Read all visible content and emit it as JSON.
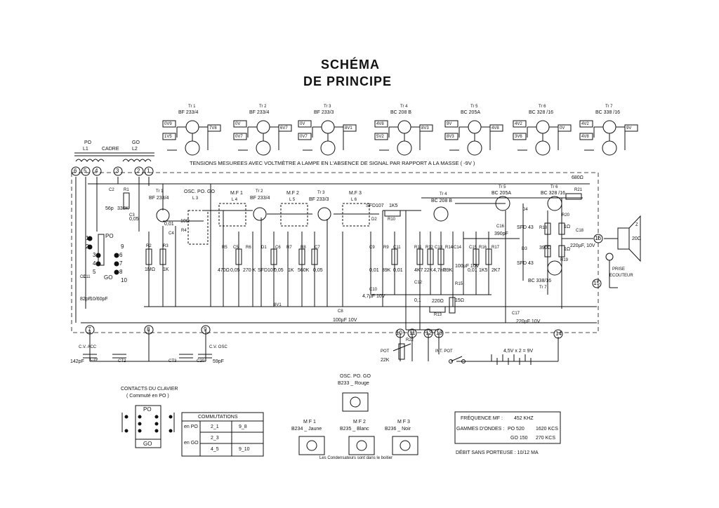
{
  "title": {
    "line1": "SCHÉMA",
    "line2": "DE  PRINCIPE"
  },
  "voltage_note": "TENSIONS  MESUREES  AVEC  VOLTMÈTRE  A  LAMPE  EN  L'ABSENCE  DE  SIGNAL  PAR  RAPPORT  A  LA  MASSE  ( -9V )",
  "transistor_pinouts": [
    {
      "label": "Tr 1",
      "type": "BF 233/4",
      "v1": "0V9",
      "v2": "1V5",
      "v3": "7V8"
    },
    {
      "label": "Tr 2",
      "type": "BF 233/4",
      "v1": "0V",
      "v2": "0V7",
      "v3": "6V7"
    },
    {
      "label": "Tr 3",
      "type": "BF 233/3",
      "v1": "0V",
      "v2": "0V7",
      "v3": "8V1"
    },
    {
      "label": "Tr 4",
      "type": "BC 208 B",
      "v1": "4V8",
      "v2": "5V2",
      "v3": "8V3"
    },
    {
      "label": "Tr 5",
      "type": "BC 205A",
      "v1": "9V",
      "v2": "8V3",
      "v3": "4V8"
    },
    {
      "label": "Tr 6",
      "type": "BC 328 /16",
      "v1": "4V2",
      "v2": "3V6",
      "v3": "0V"
    },
    {
      "label": "Tr 7",
      "type": "BC 338 /16",
      "v1": "4V2",
      "v2": "4V8",
      "v3": "9V"
    }
  ],
  "antenna": {
    "po": "PO",
    "l1": "L1",
    "cadre": "CADRE",
    "go": "GO",
    "l2": "L2",
    "terminals": [
      "6",
      "5",
      "4",
      "3",
      "2",
      "1"
    ]
  },
  "stages": {
    "tr1": {
      "label": "Tr 1",
      "type": "BF 233/4"
    },
    "osc": {
      "label": "OSC. PO. GO",
      "coil": "L 3"
    },
    "mf1": {
      "label": "M.F 1",
      "coil": "L 4"
    },
    "tr2": {
      "label": "Tr 2",
      "type": "BF 233/4"
    },
    "mf2": {
      "label": "M.F 2",
      "coil": "L 5"
    },
    "tr3": {
      "label": "Tr 3",
      "type": "BF 233/3"
    },
    "mf3": {
      "label": "M.F 3",
      "coil": "L 6"
    },
    "tr4": {
      "label": "Tr 4",
      "type": "BC 208 B"
    },
    "tr5": {
      "label": "Tr 5",
      "type": "BC 205A"
    },
    "tr6": {
      "label": "Tr 6",
      "type": "BC 328 /16"
    },
    "tr7": {
      "label": "BC 338/16",
      "type": "Tr 7"
    }
  },
  "components": {
    "c2": "C2",
    "c2v": "56p",
    "r1": "R1",
    "r1v": "330K",
    "c3": "C3",
    "c3v": "0,05",
    "c4": "C4",
    "c4v": "0,01",
    "r4": "R4",
    "r4v": "10Ω",
    "r2": "R2",
    "r2v": "1MΩ",
    "r3": "R3",
    "r3v": "1K",
    "r5": "R5",
    "r5v": "470Ω",
    "c5": "C5",
    "c5v": "0,05",
    "r6": "R6",
    "r6v": "270 K",
    "d1": "D1",
    "d1v": "SFD107",
    "c6": "C6",
    "c6v": "0,05",
    "r7": "R7",
    "r7v": "1K",
    "r8": "R8",
    "r8v": "560K",
    "c7": "C7",
    "c7v": "0,05",
    "d2": "D2",
    "d2v": "SFD107",
    "r10": "R10",
    "r10v": "1K5",
    "c9": "C9",
    "c9v": "0,01",
    "r9": "R9",
    "r9v": "39K",
    "c11": "C11",
    "c11v": "0,01",
    "c10": "C10",
    "c10v": "4,7µF 10V",
    "c8": "C8",
    "c8v": "100µF 10V",
    "r11": "R11",
    "r11v": "4K7",
    "r12": "R12",
    "r12v": "22K",
    "c13": "C13",
    "c13v": "4,7nF",
    "r14": "R14",
    "r14v": "39K",
    "c14": "C14",
    "c14v": "100µF 10V",
    "c15": "C15",
    "c15v": "0,01",
    "r16": "R16",
    "r16v": "1K5",
    "r17": "R17",
    "r17v": "2K7",
    "c12": "C12",
    "c12v": "0,1",
    "r15": "R15",
    "r15v": "15Ω",
    "r13": "R13",
    "r13v": "220Ω",
    "c16": "C16",
    "c16v": "390pF",
    "d4": "D4",
    "d4v": "SFD 43",
    "d3": "D3",
    "d3v": "SFD 43",
    "r18": "R18",
    "r18v": "390Ω",
    "r20": "R20",
    "r20v": "1Ω",
    "r19": "R19",
    "r19v": "1Ω",
    "r21": "R21",
    "r21v": "680Ω",
    "c18": "C18",
    "c18v": "220µF, 10V",
    "c17": "C17",
    "c17v": "220µF 10V",
    "c1": "C1",
    "c1v": "82pF",
    "c11b": "C11",
    "c11bv": "10/60pF",
    "r22": "R22",
    "pot": "POT",
    "potv": "22K",
    "int_pot": "INT. POT",
    "battery": "4,5V x 2 = 9V",
    "cv_acc": "C.V. ACC",
    "c19": "C19",
    "c19v": "142pF",
    "ct2": "CT2",
    "ct3": "CT3",
    "c20": "C20",
    "c20v": "59pF",
    "cv_osc": "C.V. OSC",
    "speaker": "Z",
    "speaker_v": "20Ω",
    "prise": "PRISE",
    "ecouteur": "ECOUTEUR",
    "ground_bus": "8V1"
  },
  "switch": {
    "po": "PO",
    "go": "GO",
    "pins": [
      "1",
      "2",
      "3",
      "4",
      "5",
      "6",
      "7",
      "8",
      "9",
      "10"
    ]
  },
  "terminal_nodes": [
    "7",
    "8",
    "9",
    "10",
    "11",
    "12",
    "13",
    "14",
    "15",
    "16"
  ],
  "clavier": {
    "title": "CONTACTS  DU  CLAVIER",
    "subtitle": "( Commuté en PO )",
    "po": "PO",
    "go": "GO"
  },
  "commutations": {
    "title": "COMMUTATIONS",
    "rows": [
      {
        "mode": "en PO",
        "a": "2_1",
        "b": "9_8"
      },
      {
        "mode": "en GO",
        "a": "2_3",
        "b": ""
      },
      {
        "mode": "",
        "a": "4_5",
        "b": "9_10"
      }
    ]
  },
  "coil_bottoms": [
    {
      "title": "OSC. PO. GO",
      "ref": "B233 _ Rouge"
    },
    {
      "title": "M F 1",
      "ref": "B234 _ Jaune"
    },
    {
      "title": "M F 2",
      "ref": "B235 _ Blanc"
    },
    {
      "title": "M F 3",
      "ref": "B236 _ Noir"
    }
  ],
  "coil_note": "Les Condensateurs sont dans le boitier",
  "specs": {
    "fmf_label": "FRÉQUENCE  MF  :",
    "fmf": "452 KHZ",
    "gammes_label": "GAMMES  D'ONDES :",
    "po": "PO  520",
    "po_hi": "1620 KCS",
    "go": "GO  150",
    "go_hi": "270 KCS",
    "debit": "DÉBIT  SANS  PORTEUSE  :  10/12 MA"
  }
}
